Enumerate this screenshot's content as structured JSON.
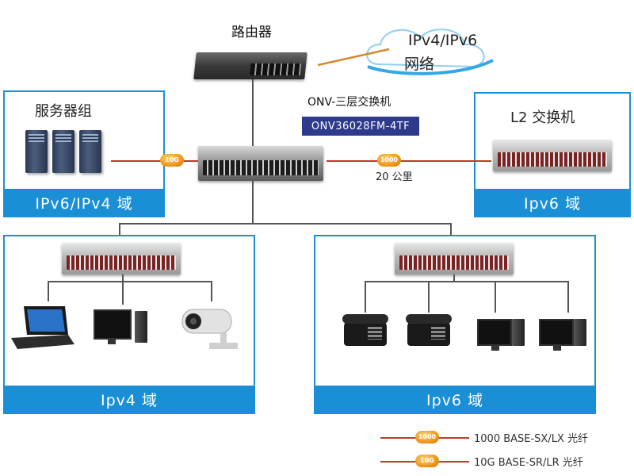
{
  "router": {
    "label": "路由器"
  },
  "cloud": {
    "line1": "IPv4/IPv6",
    "line2": "网络"
  },
  "core": {
    "label": "ONV-三层交换机",
    "model": "ONV36028FM-4TF"
  },
  "server_panel": {
    "title": "服务器组",
    "band": "IPv6/IPv4 域"
  },
  "l2_panel": {
    "title": "L2 交换机",
    "band": "Ipv6 域"
  },
  "link": {
    "distance": "20 公里",
    "badge_10g": "10G",
    "badge_1000": "1000"
  },
  "left_panel": {
    "band": "Ipv4 域"
  },
  "right_panel": {
    "band": "Ipv6 域"
  },
  "legend": [
    {
      "badge": "1000",
      "text": "1000 BASE-SX/LX 光纤"
    },
    {
      "badge": "10G",
      "text": "10G BASE-SR/LR 光纤"
    }
  ],
  "colors": {
    "panel_blue": "#1b8fd6",
    "model_box": "#2e3a8c",
    "fiber_red": "#c0392b",
    "badge_orange": "#f39b1f"
  }
}
